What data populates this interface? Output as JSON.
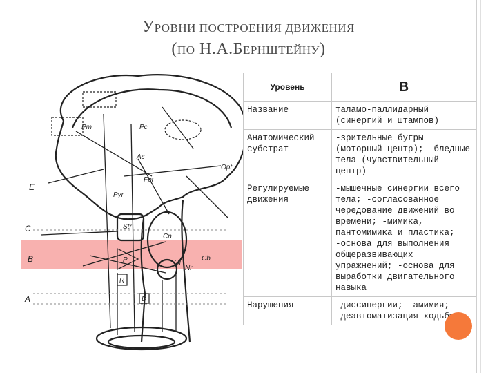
{
  "slide": {
    "title_line1_first": "У",
    "title_line1_rest": "РОВНИ ПОСТРОЕНИЯ ДВИЖЕНИЯ",
    "title_line2_a": "(",
    "title_line2_b": "ПО",
    "title_line2_c": " Н.А.Б",
    "title_line2_d": "ЕРНШТЕЙНУ",
    "title_line2_e": ")"
  },
  "table": {
    "header_key": "Уровень",
    "header_value": "В",
    "rows": [
      {
        "key": "Название",
        "value": "таламо-паллидарный (синергий и штампов)"
      },
      {
        "key": "Анатомический субстрат",
        "value": "-зрительные бугры (моторный центр); -бледные тела (чувствительный центр)"
      },
      {
        "key": "Регулируемые движения",
        "value": "-мышечные синергии всего тела; -согласованное чередование движений во времени; -мимика, пантомимика и пластика; -основа для выполнения общеразвивающих упражнений; -основа для выработки двигательного навыка"
      },
      {
        "key": "Нарушения",
        "value": "-диссинергии; -амимия; -деавтоматизация ходьбы"
      }
    ]
  },
  "diagram": {
    "labels": {
      "pyr": "Pyr",
      "pc": "Pc",
      "pm": "Pm",
      "fpt": "Fpt",
      "as": "As",
      "opt": "Opt",
      "str": "Str",
      "gl": "Gl",
      "nr": "Nr",
      "cb": "Cb",
      "cn": "Cn",
      "p": "P",
      "rs": "R",
      "e": "E",
      "d": "D",
      "c": "C",
      "b": "B",
      "a": "A"
    }
  }
}
